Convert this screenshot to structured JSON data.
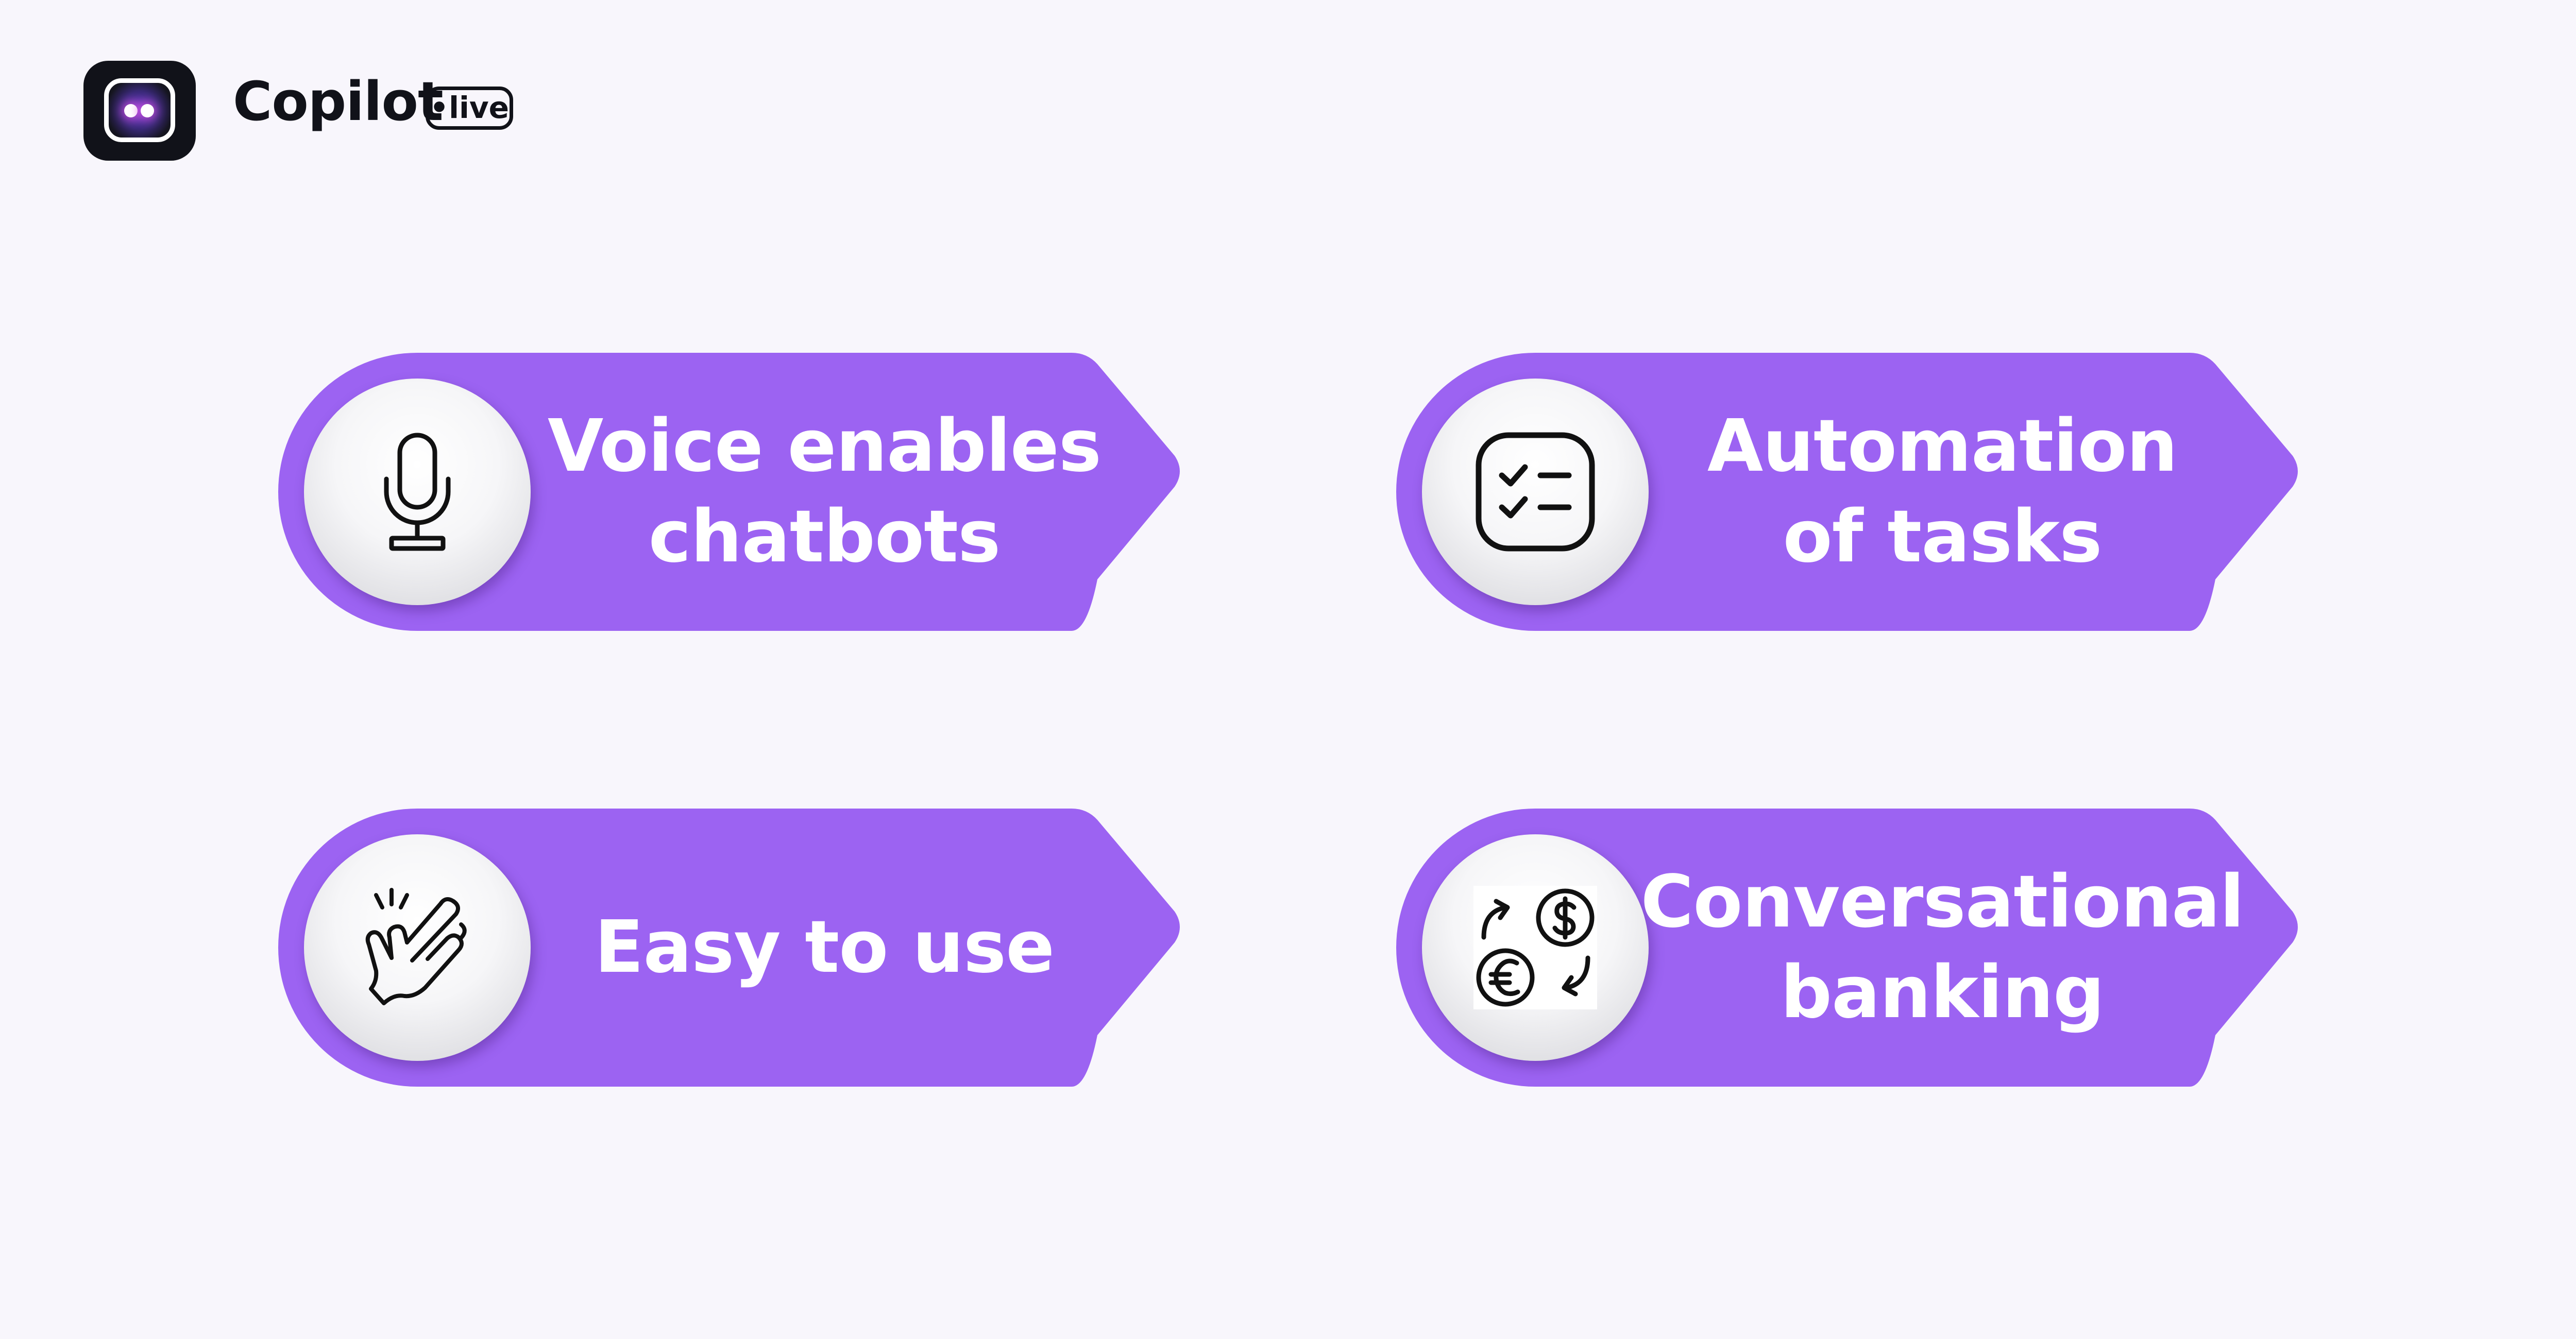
{
  "brand": {
    "name": "Copilot",
    "badge": "•live"
  },
  "colors": {
    "background": "#f8f6fc",
    "card": "#9c63f2",
    "text_on_card": "#ffffff",
    "brand_dark": "#111219"
  },
  "cards": [
    {
      "label": "Voice enables\nchatbots",
      "icon": "microphone-icon"
    },
    {
      "label": "Automation\nof tasks",
      "icon": "checklist-icon"
    },
    {
      "label": "Easy to use",
      "icon": "finger-snap-icon"
    },
    {
      "label": "Conversational\nbanking",
      "icon": "currency-exchange-icon"
    }
  ]
}
